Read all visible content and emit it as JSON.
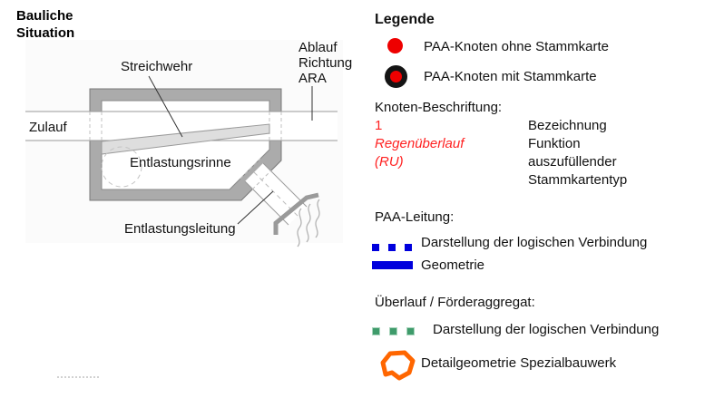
{
  "diagram": {
    "title_lines": [
      "Bauliche",
      "Situation"
    ],
    "labels": {
      "zulauf": "Zulauf",
      "streichwehr": "Streichwehr",
      "entlastungsrinne": "Entlastungsrinne",
      "entlastungsleitung": "Entlastungsleitung"
    },
    "ablauf_lines": [
      "Ablauf",
      "Richtung",
      "ARA"
    ]
  },
  "legend": {
    "heading": "Legende",
    "items": {
      "node_without_card": "PAA-Knoten ohne Stammkarte",
      "node_with_card": "PAA-Knoten mit Stammkarte"
    },
    "node_labeling": {
      "heading": "Knoten-Beschriftung:",
      "example": [
        "1",
        "Regenüberlauf",
        "(RU)"
      ],
      "meaning": [
        "Bezeichnung",
        "Funktion",
        "auszufüllender",
        "Stammkartentyp"
      ]
    },
    "paa_pipe": {
      "heading": "PAA-Leitung:",
      "logical": "Darstellung der logischen Verbindung",
      "geometry": "Geometrie"
    },
    "overflow": {
      "heading": "Überlauf / Förderaggregat:",
      "logical": "Darstellung der logischen Verbindung",
      "detail": "Detailgeometrie Spezialbauwerk"
    },
    "colors": {
      "node_red": "#ee0000",
      "label_red": "#ff2222",
      "pipe_blue": "#0000dd",
      "overflow_green": "#3f9b6b",
      "detail_orange": "#ff6600",
      "wall_gray": "#ababab"
    }
  }
}
